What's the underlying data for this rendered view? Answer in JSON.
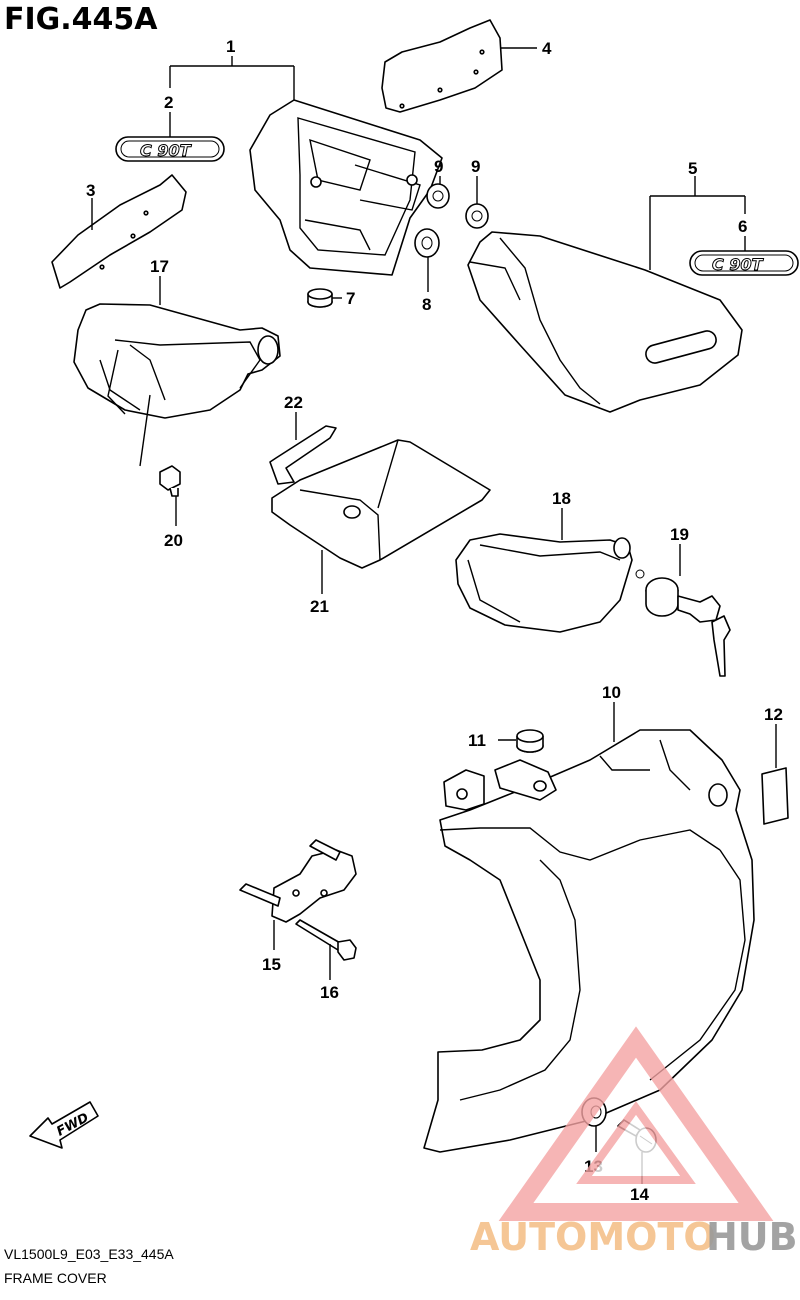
{
  "figure": {
    "title": "FIG.445A",
    "model_code": "VL1500L9_E03_E33_445A",
    "section_name": "FRAME COVER"
  },
  "emblem_text": "C 90T",
  "fwd_label": "FWD",
  "callouts": [
    "1",
    "2",
    "3",
    "4",
    "5",
    "6",
    "7",
    "8",
    "9",
    "9",
    "10",
    "11",
    "12",
    "13",
    "14",
    "15",
    "16",
    "17",
    "18",
    "19",
    "20",
    "21",
    "22"
  ],
  "watermark": {
    "part1": "AUTOMOTO",
    "part2": "HUB",
    "color_primary": "#f4a3a3",
    "color_accent": "#f5c08a",
    "color_dark": "#9a9a9a"
  }
}
